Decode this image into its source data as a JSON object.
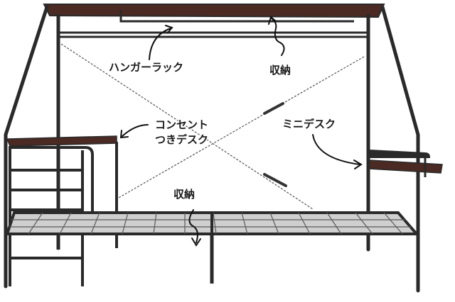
{
  "image": {
    "subject": "metal bunk bed frame with hanger rack, storage, outlet desk and mini desk",
    "colors": {
      "frame": "#2a2a2a",
      "wood": "#4a2a22",
      "background": "#ffffff",
      "text": "#1a1a1a"
    }
  },
  "labels": {
    "hanger_rack": "ハンガーラック",
    "storage_top": "収納",
    "outlet_desk_line1": "コンセント",
    "outlet_desk_line2": "つきデスク",
    "mini_desk": "ミニデスク",
    "storage_bottom": "収納"
  }
}
